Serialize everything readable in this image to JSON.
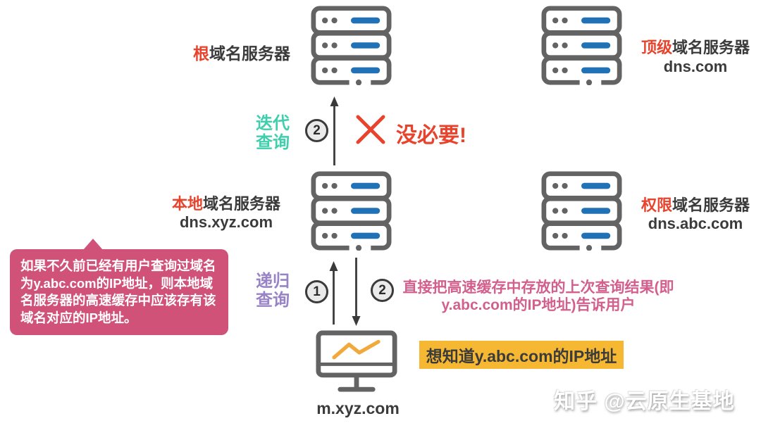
{
  "colors": {
    "accent_red": "#e8432c",
    "iterative_teal": "#3fcfad",
    "recursive_purple": "#9883c6",
    "answer_pink": "#d35f8d",
    "callout_bg": "#d05278",
    "highlight_yellow": "#f6b832",
    "server_gray": "#636363",
    "server_blue": "#2071b5",
    "monitor_orange": "#f0a93a",
    "text_dark": "#3b3b3b"
  },
  "nodes": {
    "root": {
      "name_accent": "根",
      "name_rest": "域名服务器"
    },
    "tld": {
      "name_accent": "顶级",
      "name_rest": "域名服务器",
      "domain": "dns.com"
    },
    "local": {
      "name_accent": "本地",
      "name_rest": "域名服务器",
      "domain": "dns.xyz.com"
    },
    "auth": {
      "name_accent": "权限",
      "name_rest": "域名服务器",
      "domain": "dns.abc.com"
    },
    "client": {
      "domain": "m.xyz.com"
    }
  },
  "queries": {
    "iterative": {
      "label_line1": "迭代",
      "label_line2": "查询",
      "step": "2",
      "verdict": "没必要!"
    },
    "recursive": {
      "label_line1": "递归",
      "label_line2": "查询",
      "step_request": "1",
      "step_response": "2"
    }
  },
  "annotations": {
    "cache_note_lines": [
      "如果不久前已经有用户查询过域名",
      "为y.abc.com的IP地址，则本地域",
      "名服务器的高速缓存中应该存有该",
      "域名对应的IP地址。"
    ],
    "cached_answer_lines": [
      "直接把高速缓存中存放的上次查询结果(即",
      "y.abc.com的IP地址)告诉用户"
    ],
    "user_question": "想知道y.abc.com的IP地址"
  },
  "watermark": "知乎 @云原生基地"
}
